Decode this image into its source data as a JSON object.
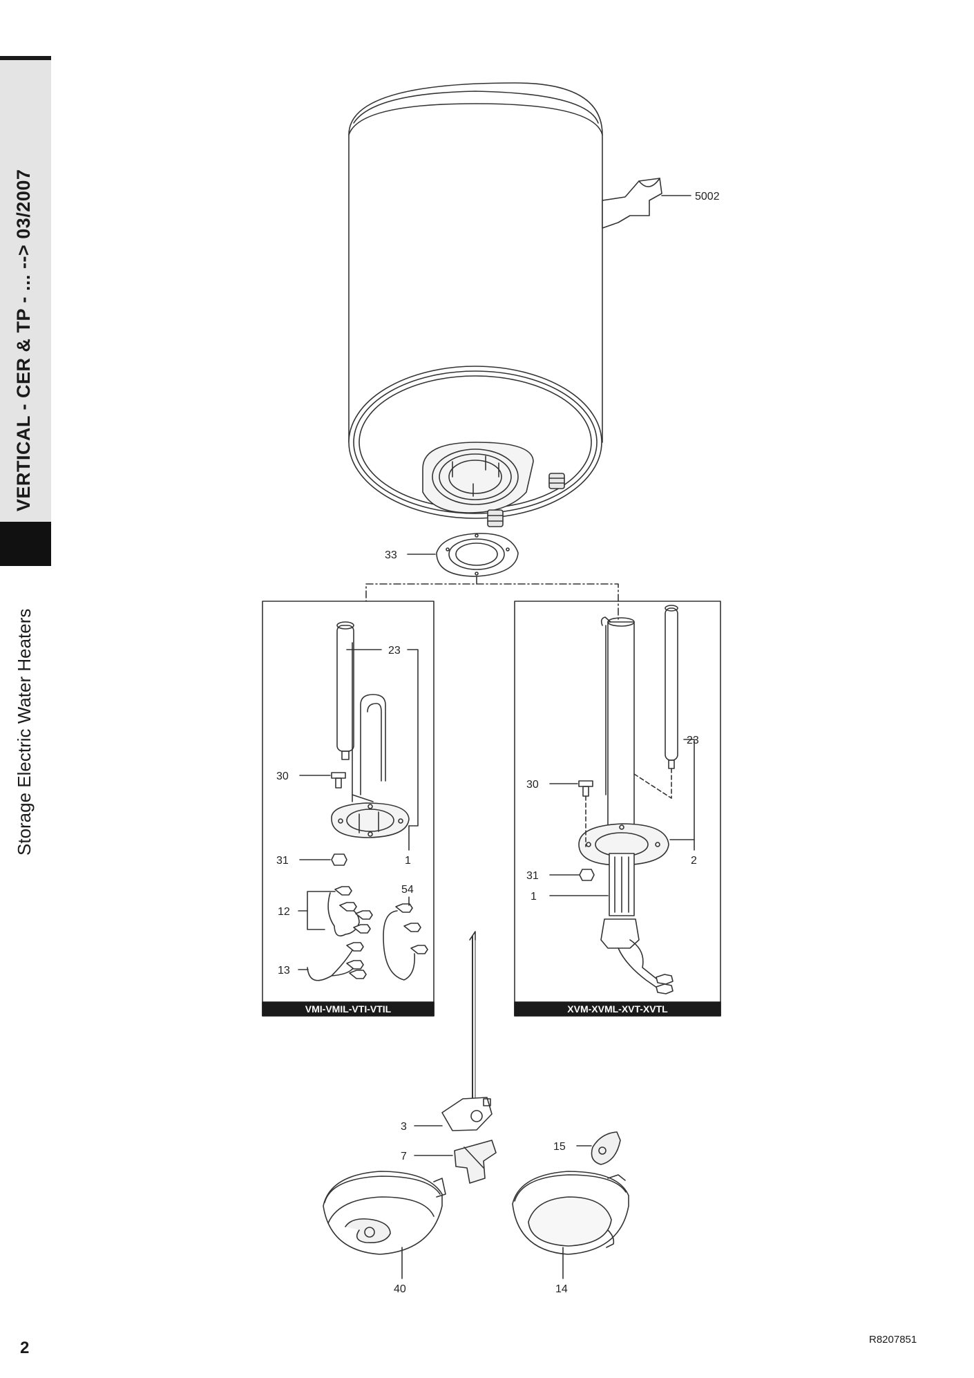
{
  "sidebar": {
    "series_title": "VERTICAL - CER & TP - ... --> 03/2007",
    "category": "Storage Electric Water Heaters"
  },
  "footer": {
    "page_number": "2",
    "document_ref": "R8207851"
  },
  "panels": {
    "left_caption": "VMI-VMIL-VTI-VTIL",
    "right_caption": "XVM-XVML-XVT-XVTL"
  },
  "callouts": {
    "bracket": "5002",
    "gasket": "33",
    "left_anode": "23",
    "left_screw": "30",
    "left_nut": "31",
    "left_element": "1",
    "left_wire_54": "54",
    "left_wire_12": "12",
    "left_wire_13": "13",
    "right_anode": "23",
    "right_screw": "30",
    "right_flange": "2",
    "right_nut": "31",
    "right_element": "1",
    "thermostat": "3",
    "thermostat_clip": "7",
    "cover_clip": "15",
    "cover_left": "40",
    "cover_right": "14"
  }
}
